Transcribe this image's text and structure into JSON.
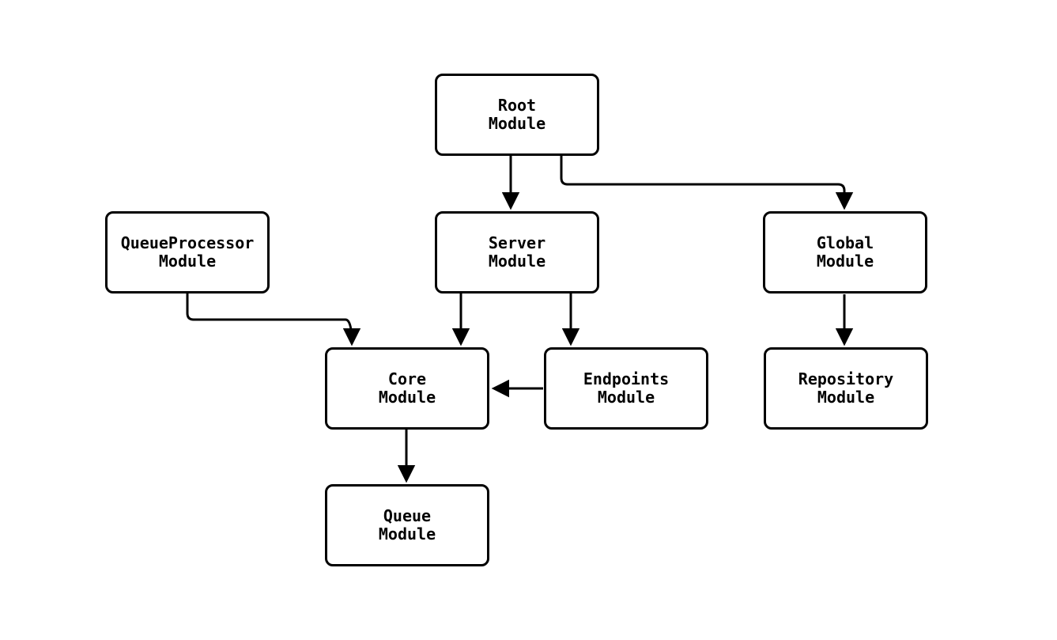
{
  "diagram": {
    "type": "flowchart",
    "background_color": "#ffffff",
    "node_fill_color": "#ffffff",
    "node_border_color": "#000000",
    "edge_color": "#000000",
    "text_color": "#000000",
    "nodes": [
      {
        "id": "root",
        "line1": "Root",
        "line2": "Module"
      },
      {
        "id": "queueprocessor",
        "line1": "QueueProcessor",
        "line2": "Module"
      },
      {
        "id": "server",
        "line1": "Server",
        "line2": "Module"
      },
      {
        "id": "global",
        "line1": "Global",
        "line2": "Module"
      },
      {
        "id": "core",
        "line1": "Core",
        "line2": "Module"
      },
      {
        "id": "endpoints",
        "line1": "Endpoints",
        "line2": "Module"
      },
      {
        "id": "repository",
        "line1": "Repository",
        "line2": "Module"
      },
      {
        "id": "queue",
        "line1": "Queue",
        "line2": "Module"
      }
    ],
    "edges": [
      {
        "from": "root",
        "to": "server"
      },
      {
        "from": "root",
        "to": "global"
      },
      {
        "from": "queueprocessor",
        "to": "core"
      },
      {
        "from": "server",
        "to": "core"
      },
      {
        "from": "server",
        "to": "endpoints"
      },
      {
        "from": "endpoints",
        "to": "core"
      },
      {
        "from": "global",
        "to": "repository"
      },
      {
        "from": "core",
        "to": "queue"
      }
    ]
  }
}
